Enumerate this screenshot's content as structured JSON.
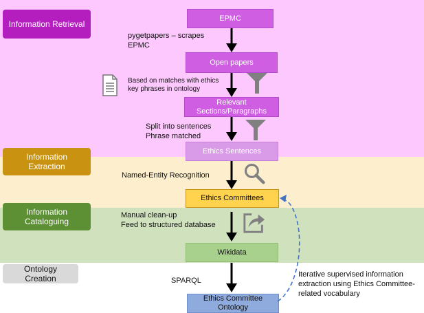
{
  "stages": {
    "retrieval": "Information Retrieval",
    "extraction": "Information Extraction",
    "cataloguing": "Information\nCataloguing",
    "ontology": "Ontology Creation"
  },
  "nodes": {
    "epmc": "EPMC",
    "open_papers": "Open papers",
    "relevant": "Relevant\nSections/Paragraphs",
    "ethics_sentences": "Ethics Sentences",
    "ethics_committees": "Ethics Committees",
    "wikidata": "Wikidata",
    "ontology": "Ethics Committee\nOntology"
  },
  "notes": {
    "pygetpapers": "pygetpapers – scrapes\nEPMC",
    "matches": "Based on matches with ethics\nkey phrases  in ontology",
    "split": "Split into sentences\nPhrase matched",
    "ner": "Named-Entity Recognition",
    "manual": "Manual clean-up\nFeed to structured database",
    "sparql": "SPARQL",
    "iterative": "Iterative supervised information\nextraction using Ethics Committee-\nrelated vocabulary"
  },
  "icons": {
    "document": "document-icon",
    "filter": "filter-icon",
    "search": "magnifier-icon",
    "share": "share-arrow-icon"
  },
  "colors": {
    "retrieval_band": "#fdc8fd",
    "extraction_band": "#fdefce",
    "cataloguing_band": "#cfe1bd",
    "retrieval_stage": "#b41ebf",
    "extraction_stage": "#c99311",
    "cataloguing_stage": "#5d8f35",
    "ontology_stage": "#d9d9d9",
    "purple_node": "#cf5ee3",
    "light_purple_node": "#d99ae8",
    "yellow_node": "#ffd34d",
    "green_node": "#a9d18e",
    "blue_node": "#8faadc",
    "dashed_arrow": "#4472c4"
  }
}
